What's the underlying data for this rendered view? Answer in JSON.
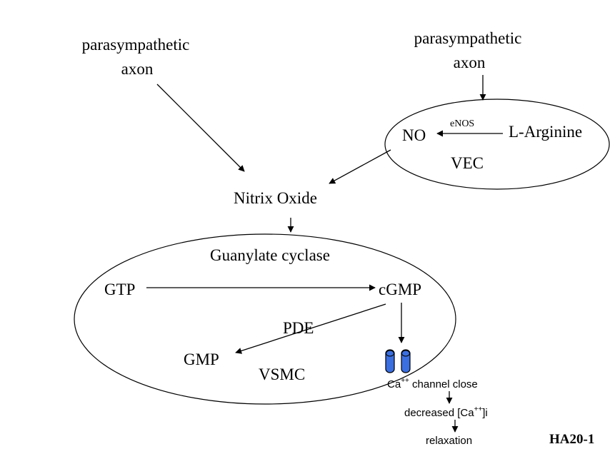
{
  "diagram": {
    "left_axon_line1": "parasympathetic",
    "left_axon_line2": "axon",
    "right_axon_line1": "parasympathetic",
    "right_axon_line2": "axon",
    "no": "NO",
    "enos": "eNOS",
    "l_arginine": "L-Arginine",
    "vec": "VEC",
    "nitrix_oxide": "Nitrix Oxide",
    "guanylate_cyclase": "Guanylate cyclase",
    "gtp": "GTP",
    "cgmp": "cGMP",
    "pde": "PDE",
    "gmp": "GMP",
    "vsmc": "VSMC",
    "ca_base": "Ca",
    "ca_sup": "++",
    "channel_close": " channel close",
    "decreased_prefix": "decreased  [Ca",
    "decreased_sup": "++",
    "decreased_suffix": "]i",
    "relaxation": "relaxation",
    "slide_id": "HA20-1",
    "channel_color": "#3b6fe0"
  }
}
